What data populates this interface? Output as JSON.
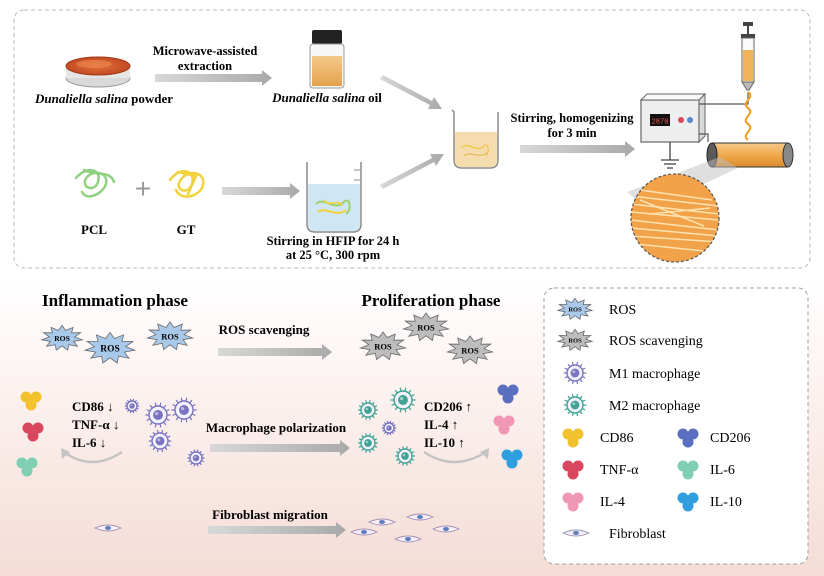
{
  "fabrication": {
    "ds_powder_word": "Dunaliella salina",
    "ds_powder_suffix": " powder",
    "extraction_line1": "Microwave-assisted",
    "extraction_line2": "extraction",
    "ds_oil_word": "Dunaliella salina",
    "ds_oil_suffix": " oil",
    "pcl_label": "PCL",
    "plus_sign": "+",
    "gt_label": "GT",
    "hfip_line1": "Stirring in HFIP for 24 h",
    "hfip_line2": "at 25 °C, 300 rpm",
    "homog_line1": "Stirring, homogenizing",
    "homog_line2": "for 3 min",
    "device_display": "2870"
  },
  "phases": {
    "inflammation_title": "Inflammation phase",
    "proliferation_title": "Proliferation phase",
    "ros_scavenging_label": "ROS scavenging",
    "macrophage_polarization_label": "Macrophage polarization",
    "fibroblast_migration_label": "Fibroblast migration",
    "ros_badge": "ROS",
    "left_markers": [
      "CD86 ↓",
      "TNF-α ↓",
      "IL-6 ↓"
    ],
    "right_markers": [
      "CD206 ↑",
      "IL-4 ↑",
      "IL-10 ↑"
    ]
  },
  "legend": {
    "items": [
      {
        "label": "ROS"
      },
      {
        "label": "ROS scavenging"
      },
      {
        "label": "M1 macrophage"
      },
      {
        "label": "M2 macrophage"
      },
      {
        "label": "CD86"
      },
      {
        "label": "CD206"
      },
      {
        "label": "TNF-α"
      },
      {
        "label": "IL-6"
      },
      {
        "label": "IL-4"
      },
      {
        "label": "IL-10"
      },
      {
        "label": "Fibroblast"
      }
    ]
  },
  "colors": {
    "cd86": "#f2c12e",
    "cd206": "#5a6fbf",
    "tnf": "#d9475f",
    "il6": "#7fcfb3",
    "il4": "#f097b5",
    "il10": "#2f9fe0",
    "ros_blue": "#a9c9ea",
    "ros_gray": "#bdbdbd",
    "m1": "#7a74c0",
    "m2": "#3fa293",
    "arrow": "#b5b5b5"
  }
}
